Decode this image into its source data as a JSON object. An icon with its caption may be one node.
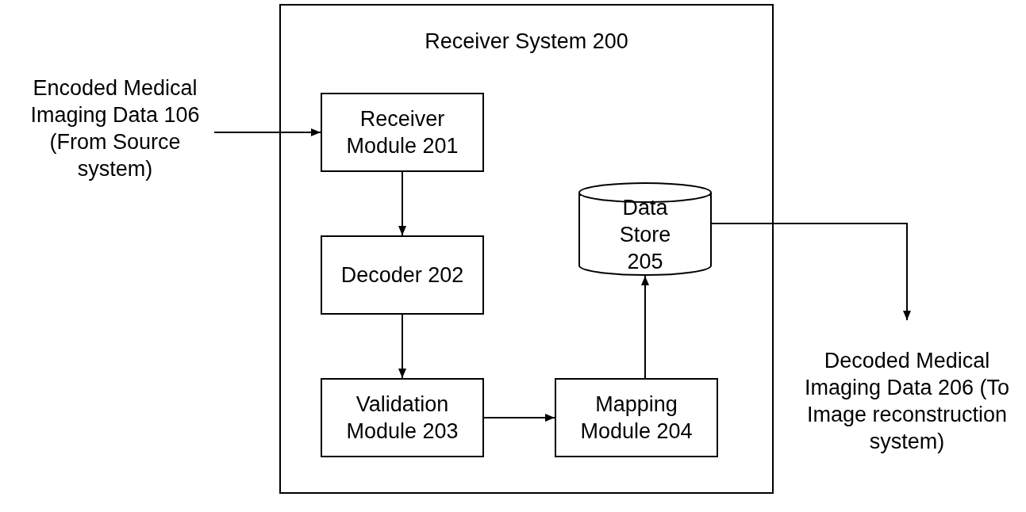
{
  "diagram": {
    "nodes": [
      {
        "text": [
          "Receiver System 200"
        ]
      },
      {
        "text": [
          "Encoded Medical Imaging Data 106 (From Source system)"
        ]
      },
      {
        "text": [
          "Receiver Module 201"
        ],
        "in": 0
      },
      {
        "text": [
          "Data Store 205"
        ],
        "in": 0
      },
      {
        "text": [
          "Decoder 202"
        ],
        "in": 0
      },
      {
        "text": [
          "Validation Module 203"
        ],
        "in": 0
      },
      {
        "text": [
          "Mapping Module 204"
        ],
        "in": 0
      },
      {
        "text": [
          "Decoded Medical Imaging Data 206 (To Image reconstruction system)"
        ]
      }
    ],
    "edges": [
      {
        "from": 1,
        "to": 2,
        "arrow": "to"
      },
      {
        "from": 2,
        "to": 4,
        "arrow": "to"
      },
      {
        "from": 4,
        "to": 5,
        "arrow": "to"
      },
      {
        "from": 5,
        "to": 6,
        "arrow": "to"
      },
      {
        "from": 6,
        "to": 3,
        "arrow": "to"
      },
      {
        "from": 3,
        "to": 7,
        "arrow": "to"
      }
    ]
  }
}
